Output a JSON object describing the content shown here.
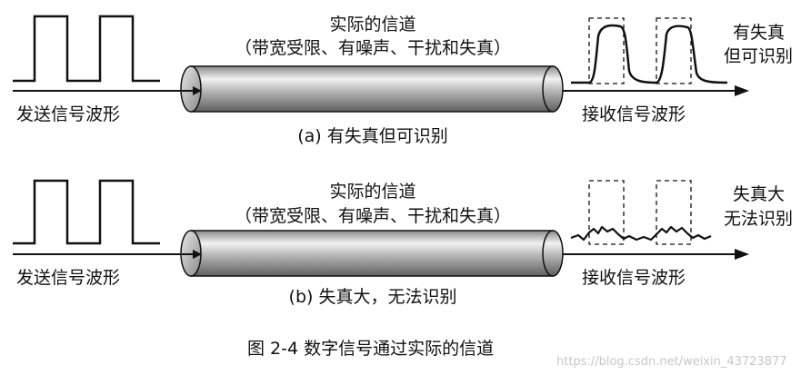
{
  "panel_a": {
    "send_label": "发送信号波形",
    "channel_title": "实际的信道",
    "channel_sub": "（带宽受限、有噪声、干扰和失真）",
    "recv_label": "接收信号波形",
    "side_note_1": "有失真",
    "side_note_2": "但可识别",
    "caption": "(a) 有失真但可识别"
  },
  "panel_b": {
    "send_label": "发送信号波形",
    "channel_title": "实际的信道",
    "channel_sub": "（带宽受限、有噪声、干扰和失真）",
    "recv_label": "接收信号波形",
    "side_note_1": "失真大",
    "side_note_2": "无法识别",
    "caption": "(b) 失真大，无法识别"
  },
  "figure_caption": "图 2-4    数字信号通过实际的信道",
  "watermark": "https://blog.csdn.net/weixin_43723877",
  "colors": {
    "ink": "#111111",
    "tube_light": "#f4f4f4",
    "tube_dark": "#7a7a7a"
  }
}
